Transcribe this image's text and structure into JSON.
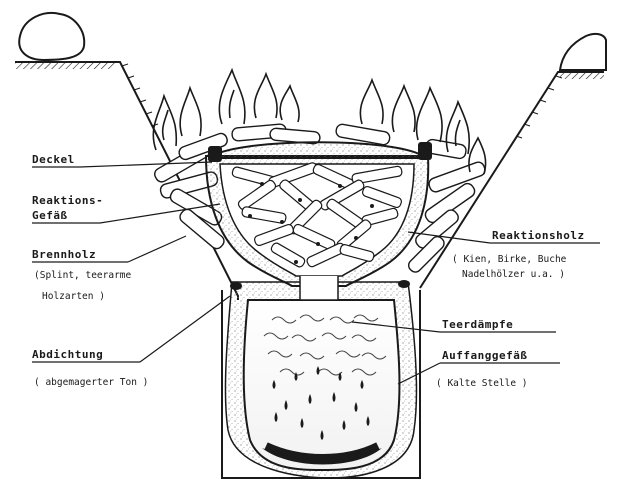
{
  "labels": {
    "deckel": "Deckel",
    "reaktionsgefaess_1": "Reaktions-",
    "reaktionsgefaess_2": "Gefäß",
    "brennholz": "Brennholz",
    "brennholz_note_1": "(Splint, teerarme",
    "brennholz_note_2": "Holzarten )",
    "abdichtung": "Abdichtung",
    "abdichtung_note": "( abgemagerter Ton )",
    "reaktionsholz": "Reaktionsholz",
    "reaktionsholz_note_1": "( Kien, Birke, Buche",
    "reaktionsholz_note_2": "Nadelhölzer u.a. )",
    "teerdaempfe": "Teerdämpfe",
    "auffanggefaess": "Auffanggefäß",
    "auffanggefaess_note": "( Kalte Stelle )"
  },
  "colors": {
    "ink": "#1a1a1a",
    "paper": "#ffffff",
    "stipple": "#888888"
  },
  "icons": {
    "flame": "flame-icon",
    "log": "wood-log-icon",
    "droplet": "tar-droplet-icon",
    "rock": "rock-icon"
  }
}
